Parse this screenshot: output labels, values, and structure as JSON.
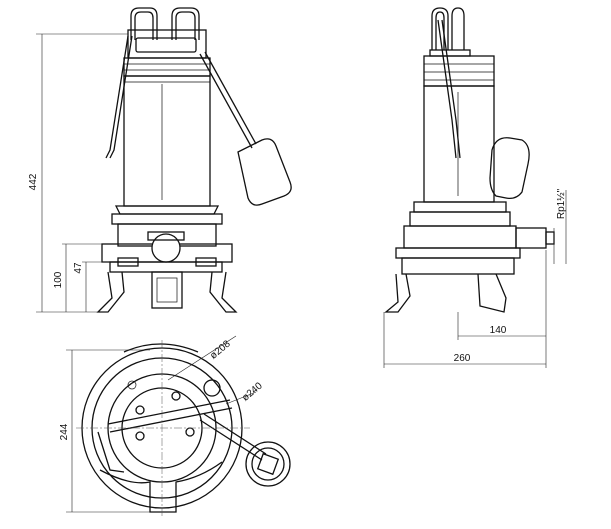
{
  "drawing": {
    "front_view": {
      "dim_height_442": "442",
      "dim_height_100": "100",
      "dim_height_47": "47"
    },
    "side_view": {
      "dim_outlet_thread": "Rp1½\"",
      "dim_width_140": "140",
      "dim_width_260": "260"
    },
    "top_view": {
      "dim_diameter_208": "ø208",
      "dim_diameter_240": "ø240",
      "dim_width_244": "244"
    }
  }
}
